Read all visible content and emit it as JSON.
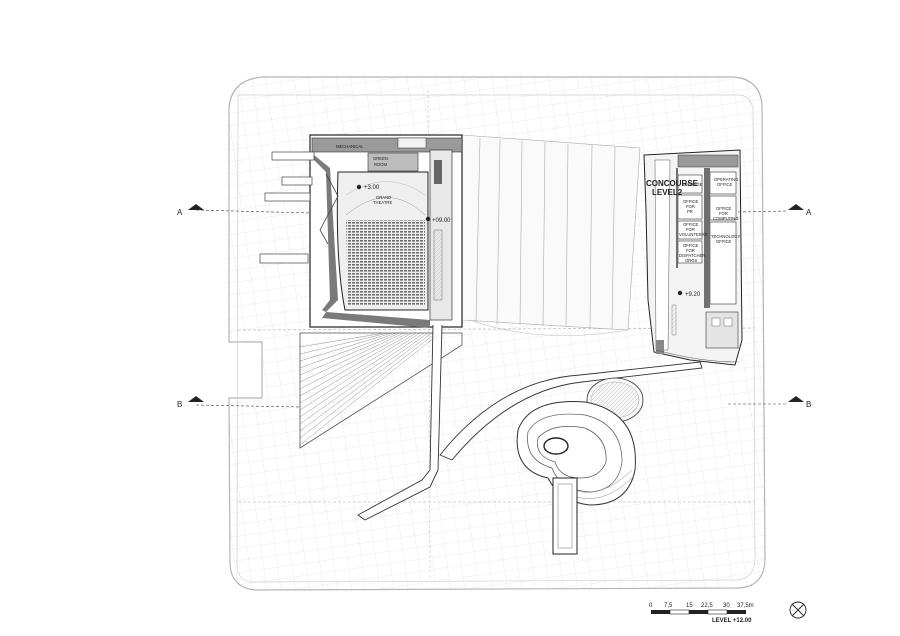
{
  "plan": {
    "level_title": "LEVEL +12.00",
    "concourse_title_line1": "CONCOURSE",
    "concourse_title_line2": "LEVEL2",
    "section_a": "A",
    "section_b": "B",
    "scale_ticks": [
      "0",
      "7,5",
      "15",
      "22,5",
      "30",
      "37,5m"
    ],
    "left_block": {
      "mechanical": "MECHANICAL",
      "green_room_1": "GREEN",
      "green_room_2": "ROOM",
      "grand_theatre_1": "GRAND",
      "grand_theatre_2": "THEATRE",
      "elevation_stage": "+3.00",
      "elevation_entry": "+09.00"
    },
    "right_block": {
      "storage": "STORAGE",
      "operating_office_1": "OPERATING",
      "operating_office_2": "OFFICE",
      "office_pr_1": "OFFICE",
      "office_pr_2": "FOR",
      "office_pr_3": "PR",
      "office_vol_1": "OFFICE",
      "office_vol_2": "FOR",
      "office_vol_3": "VOLUNTEERS",
      "office_comp_1": "OFFICE",
      "office_comp_2": "FOR",
      "office_comp_3": "COMPUTING",
      "tech_office_1": "TECHNOLOGY",
      "tech_office_2": "OFFICE",
      "office_disp_1": "OFFICE",
      "office_disp_2": "FOR",
      "office_disp_3": "DISPATCHER",
      "office_disp_4": "ORGS",
      "elevation": "+9.20"
    }
  }
}
